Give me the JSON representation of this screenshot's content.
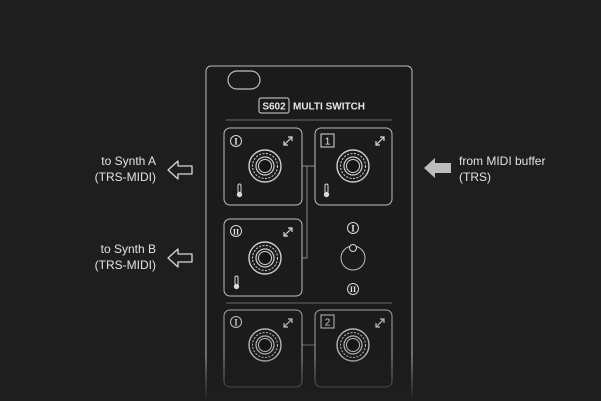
{
  "module": {
    "brand": "S602",
    "name": "MULTI SWITCH",
    "colors": {
      "background": "#1e1e1e",
      "panel": "#1b1b1b",
      "outline": "#bdbdbd",
      "jack_line": "#d0d0d0",
      "arrow_in": "#bdbdbd"
    }
  },
  "cells": [
    {
      "id": "out-I",
      "badge": "I",
      "badge_style": "circle",
      "section": "top",
      "side": "left"
    },
    {
      "id": "in-1",
      "badge": "1",
      "badge_style": "square",
      "section": "top",
      "side": "right"
    },
    {
      "id": "out-II",
      "badge": "II",
      "badge_style": "circle",
      "section": "top",
      "side": "left-lower"
    },
    {
      "id": "out-I-b",
      "badge": "I",
      "badge_style": "circle",
      "section": "bottom",
      "side": "left"
    },
    {
      "id": "in-2",
      "badge": "2",
      "badge_style": "square",
      "section": "bottom",
      "side": "right"
    }
  ],
  "switch": {
    "label_top": "I",
    "label_bottom": "II"
  },
  "callouts": {
    "synth_a": {
      "line1": "to Synth A",
      "line2": "(TRS-MIDI)"
    },
    "synth_b": {
      "line1": "to Synth B",
      "line2": "(TRS-MIDI)"
    },
    "midi_in": {
      "line1": "from MIDI buffer",
      "line2": "(TRS)"
    }
  }
}
